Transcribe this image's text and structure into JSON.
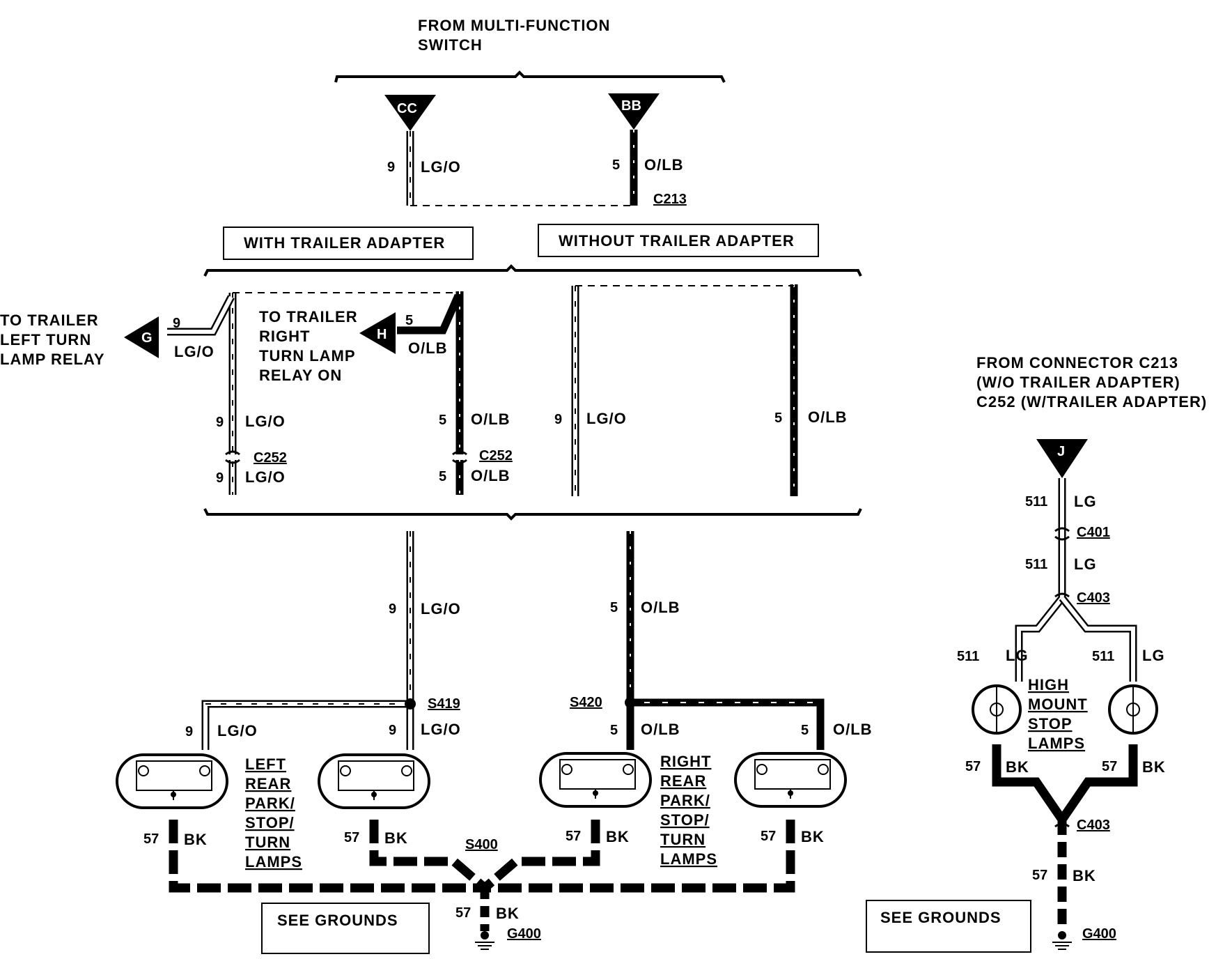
{
  "header": {
    "line1": "FROM MULTI-FUNCTION",
    "line2": "SWITCH"
  },
  "connectors_top": {
    "cc": "CC",
    "bb": "BB",
    "c213": "C213"
  },
  "wires": {
    "lgo_gauge": "9",
    "lgo": "LG/O",
    "olb_gauge": "5",
    "olb": "O/LB",
    "lg_gauge": "511",
    "lg": "LG",
    "bk_gauge": "57",
    "bk": "BK"
  },
  "boxes": {
    "with_trailer": "WITH TRAILER ADAPTER",
    "without_trailer": "WITHOUT TRAILER ADAPTER",
    "see_grounds": "SEE GROUNDS"
  },
  "trailer_left": {
    "l1": "TO TRAILER",
    "l2": "LEFT TURN",
    "l3": "LAMP RELAY",
    "pin": "G"
  },
  "trailer_right": {
    "l1": "TO TRAILER",
    "l2": "RIGHT",
    "l3": "TURN LAMP",
    "l4": "RELAY ON",
    "pin": "H"
  },
  "connectors": {
    "c252": "C252",
    "c401": "C401",
    "c403": "C403",
    "s419": "S419",
    "s420": "S420",
    "s400": "S400",
    "g400": "G400"
  },
  "left_lamps": {
    "l1": "LEFT",
    "l2": "REAR",
    "l3": "PARK/",
    "l4": "STOP/",
    "l5": "TURN",
    "l6": "LAMPS"
  },
  "right_lamps": {
    "l1": "RIGHT",
    "l2": "REAR",
    "l3": "PARK/",
    "l4": "STOP/",
    "l5": "TURN",
    "l6": "LAMPS"
  },
  "high_mount": {
    "l1": "HIGH",
    "l2": "MOUNT",
    "l3": "STOP",
    "l4": "LAMPS"
  },
  "from_connector": {
    "l1": "FROM CONNECTOR C213",
    "l2": "(W/O TRAILER ADAPTER)",
    "l3": "C252  (W/TRAILER ADAPTER)",
    "pin": "J"
  }
}
